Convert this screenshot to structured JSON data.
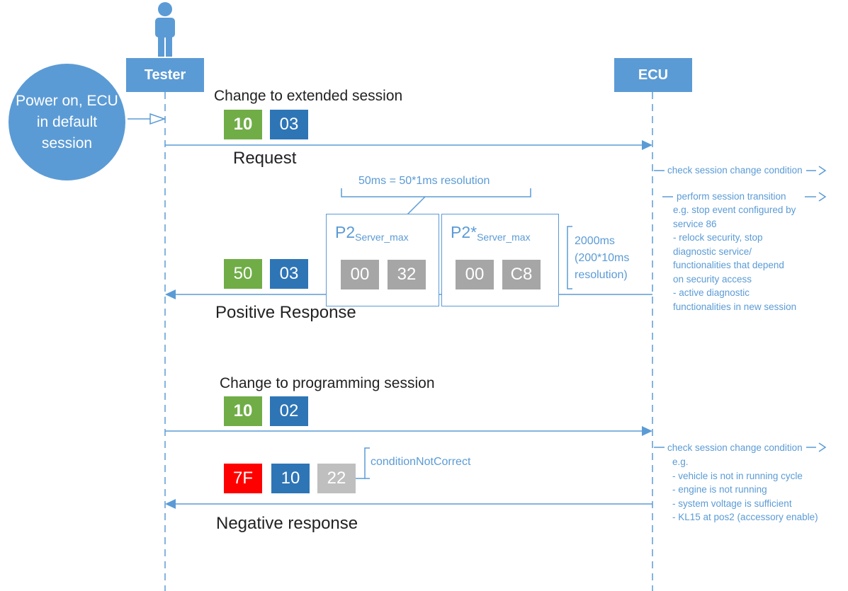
{
  "participants": {
    "tester": "Tester",
    "ecu": "ECU"
  },
  "start_state": "Power on, ECU in default session",
  "steps": {
    "ext_title": "Change to extended session",
    "ext_req": [
      "10",
      "03"
    ],
    "request": "Request",
    "timing_label": "50ms = 50*1ms resolution",
    "p2_main": "P2",
    "p2_sub": "Server_max",
    "p2star_main": "P2*",
    "p2star_sub": "Server_max",
    "pos_resp": [
      "50",
      "03"
    ],
    "p2_bytes": [
      "00",
      "32"
    ],
    "p2star_bytes": [
      "00",
      "C8"
    ],
    "p2star_note": [
      "2000ms",
      "(200*10ms",
      "resolution)"
    ],
    "positive_response": "Positive Response",
    "prog_title": "Change to programming session",
    "prog_req": [
      "10",
      "02"
    ],
    "neg_resp": [
      "7F",
      "10",
      "22"
    ],
    "nrc_label": "conditionNotCorrect",
    "negative_response": "Negative response"
  },
  "ecu_notes": {
    "check1": "check session change condition",
    "perform": "perform session transition",
    "perform_lines": [
      "e.g. stop event configured by",
      "service 86",
      "- relock security, stop",
      "diagnostic service/",
      "functionalities that depend",
      "on security access",
      "- active diagnostic",
      "functionalities in new session"
    ],
    "check2": "check session change condition",
    "check2_lines": [
      "e.g.",
      "- vehicle is not in running cycle",
      "- engine is not running",
      "- system voltage is sufficient",
      "- KL15 at pos2 (accessory enable)"
    ]
  },
  "colors": {
    "accent_blue": "#5b9bd5",
    "dark_blue": "#2e75b6",
    "green": "#70ad47",
    "gray": "#a6a6a6",
    "red": "#ff0000"
  }
}
